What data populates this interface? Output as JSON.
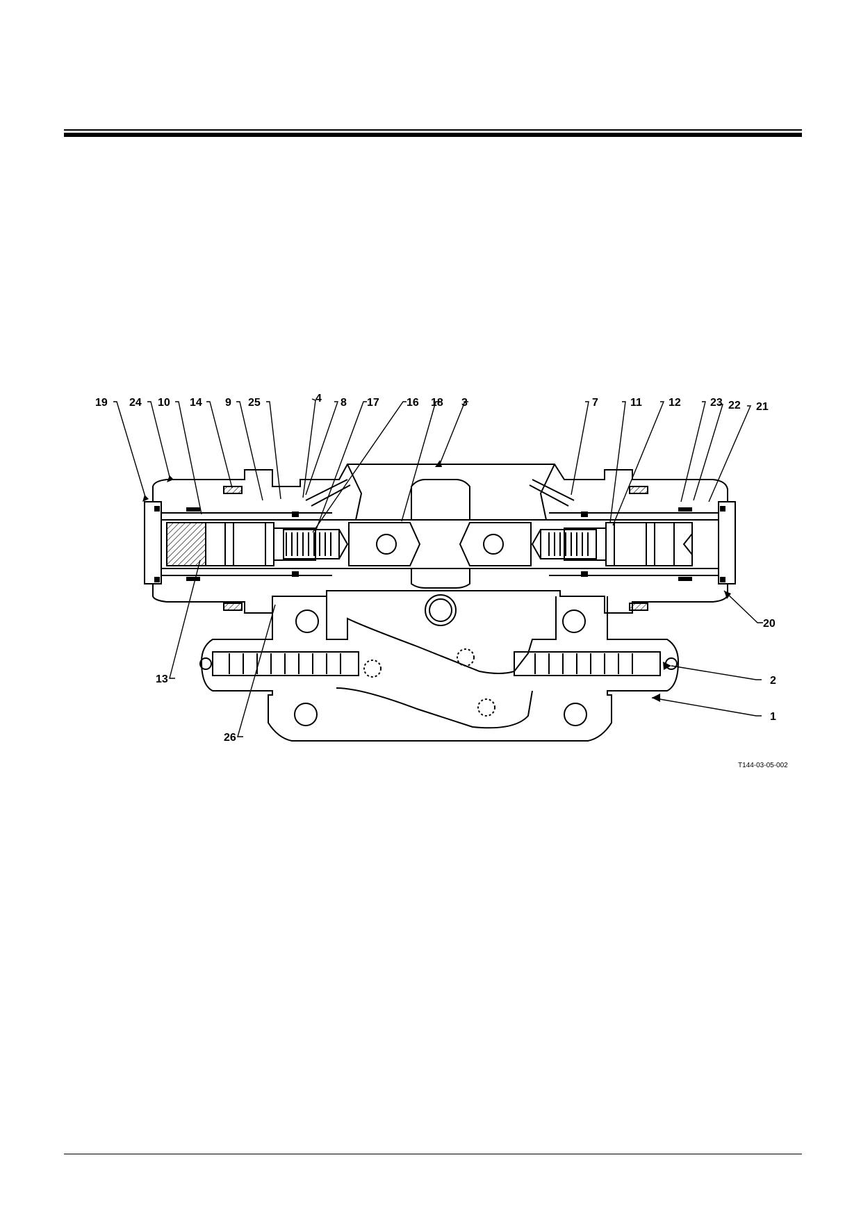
{
  "diagram": {
    "labels": [
      "19",
      "24",
      "10",
      "14",
      "9",
      "25",
      "4",
      "8",
      "17",
      "16",
      "18",
      "3",
      "7",
      "11",
      "12",
      "23",
      "22",
      "21",
      "20",
      "13",
      "26",
      "2",
      "1"
    ],
    "figure_ref": "T144-03-05-002",
    "colors": {
      "ink": "#000000",
      "background": "#ffffff",
      "hatch_fill": "#d8d8d8"
    }
  }
}
